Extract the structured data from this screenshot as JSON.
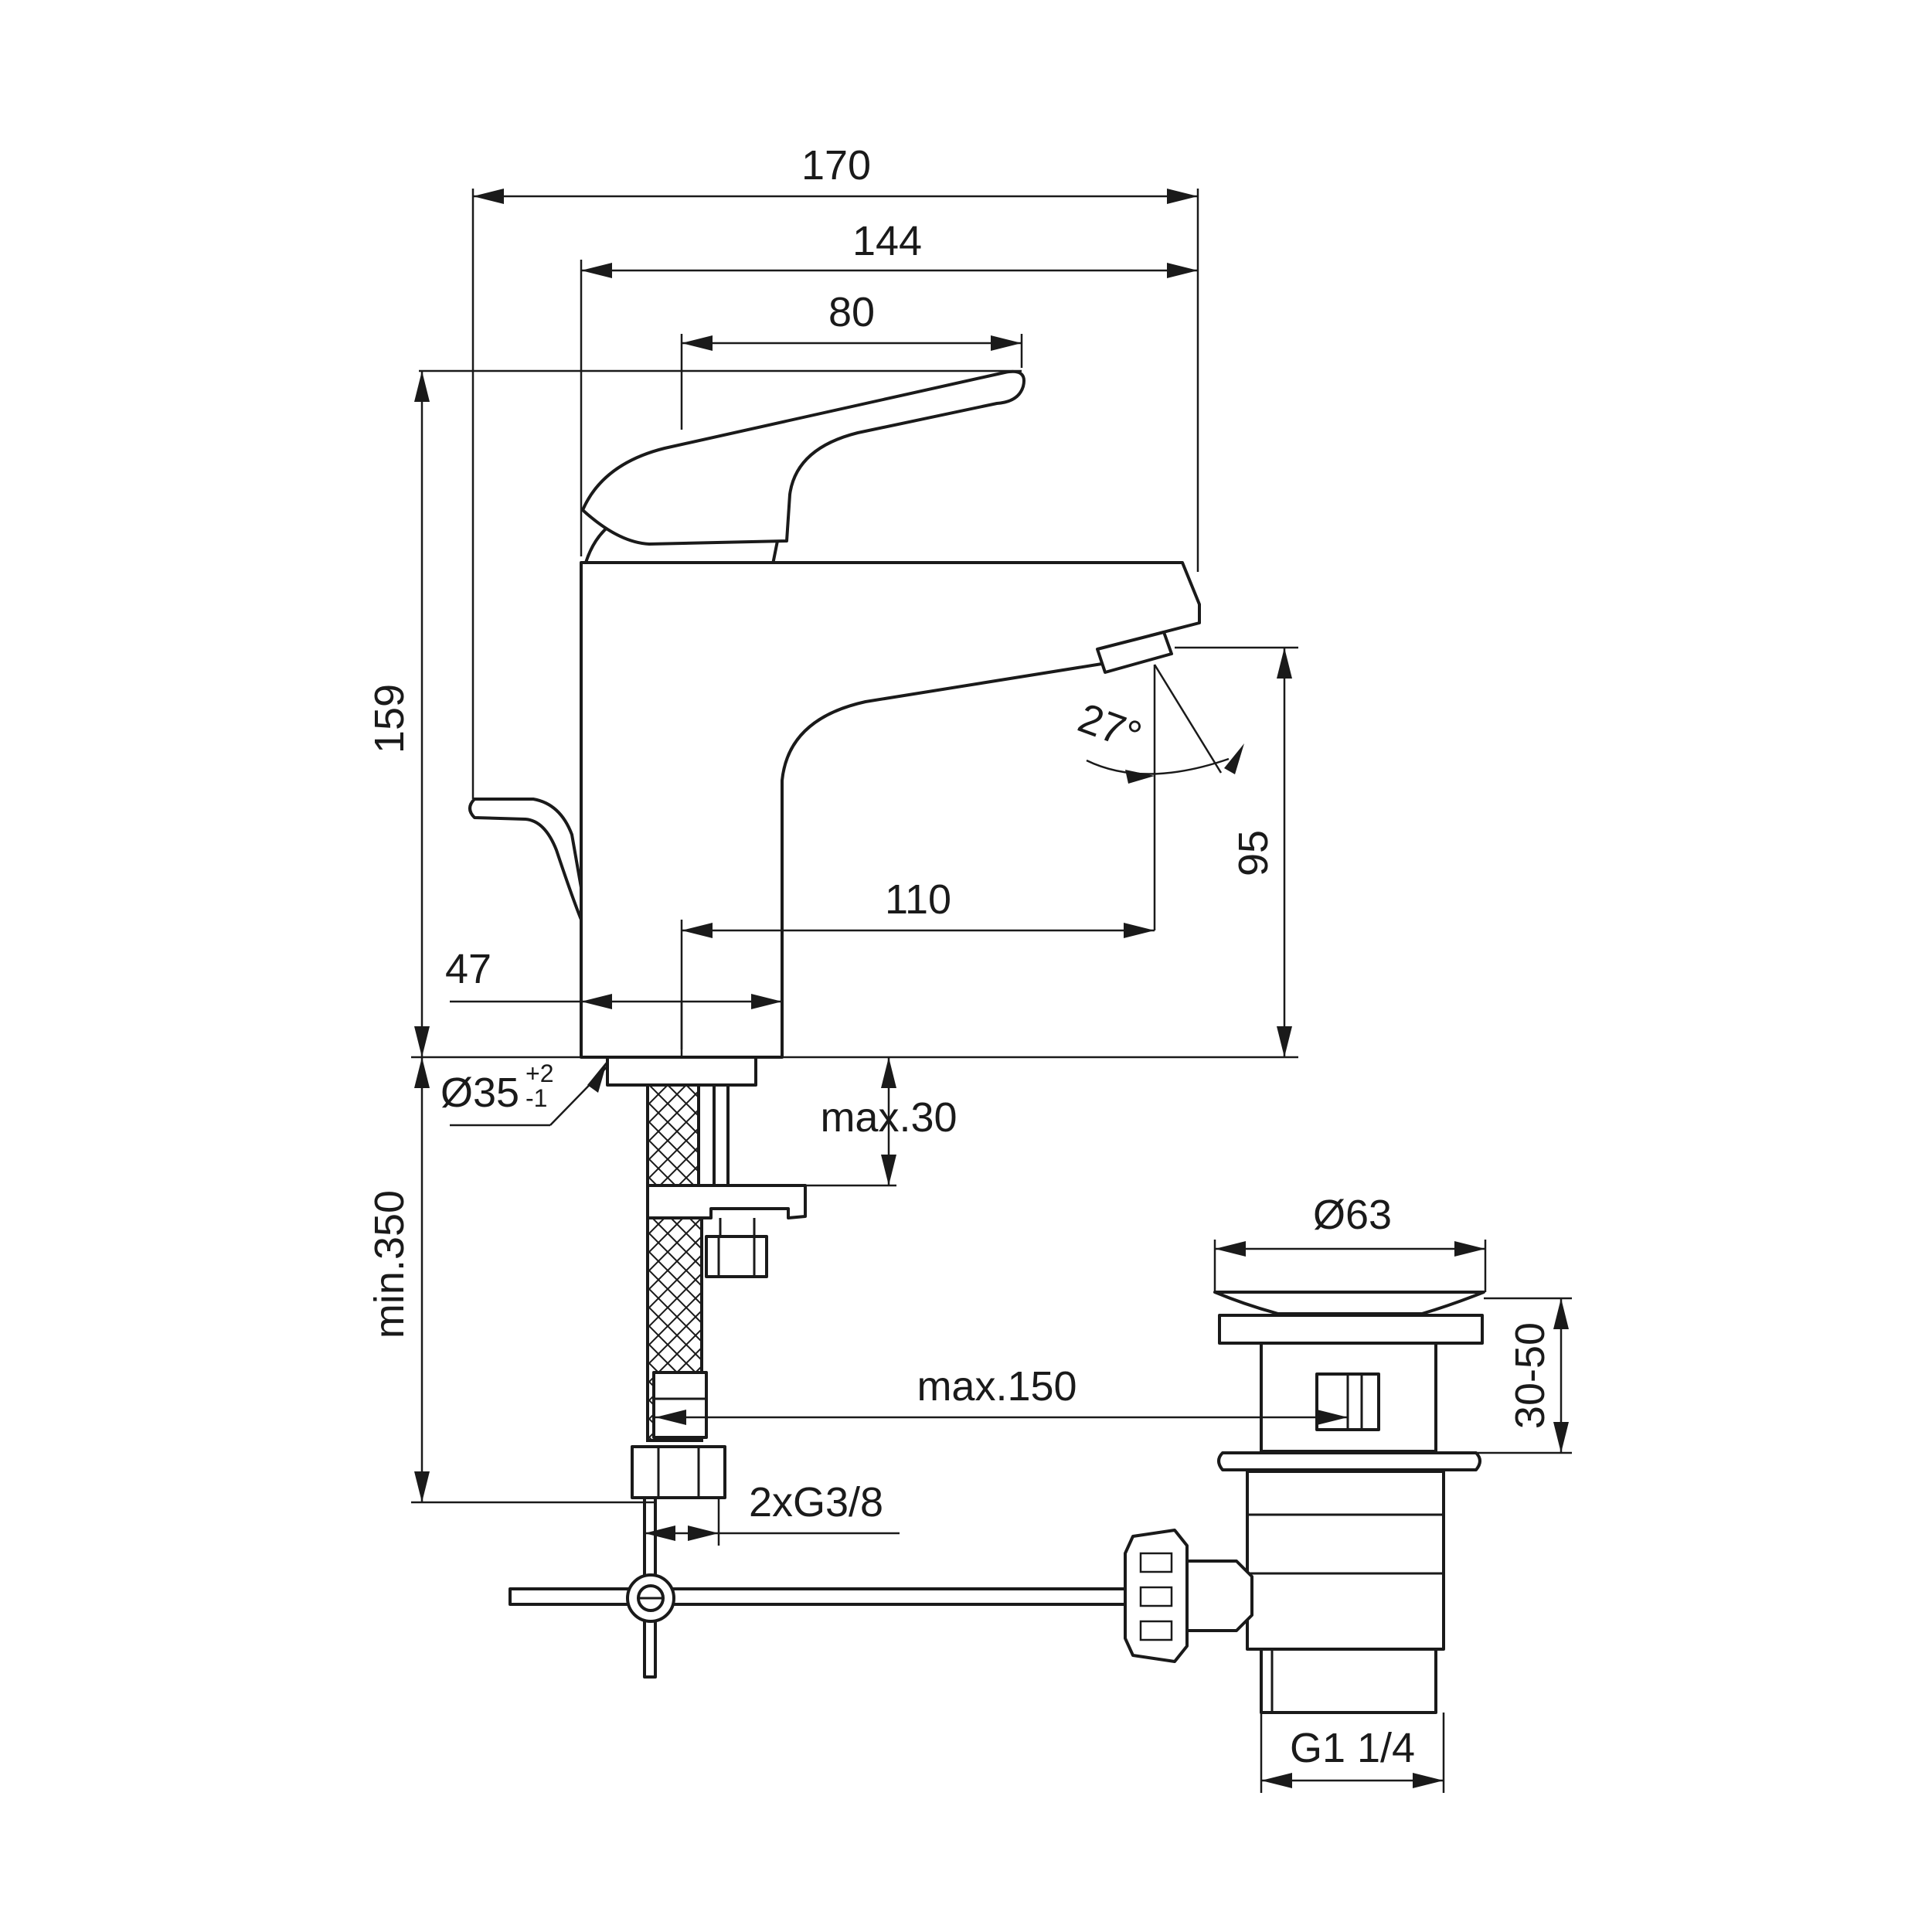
{
  "dimensions": {
    "overall_width": "170",
    "spout_width": "144",
    "lever_length": "80",
    "height": "159",
    "spout_reach": "110",
    "base_diameter_offset": "47",
    "outlet_height": "95",
    "jet_angle": "27°",
    "hole_diameter": "Ø35",
    "hole_tol_upper": "+2",
    "hole_tol_lower": "-1",
    "max_thickness": "max.30",
    "min_hose_length": "min.350",
    "connections": "2xG3/8",
    "waste_diameter": "Ø63",
    "waste_height_range": "30-50",
    "max_rod_distance": "max.150",
    "waste_thread": "G1 1/4"
  }
}
